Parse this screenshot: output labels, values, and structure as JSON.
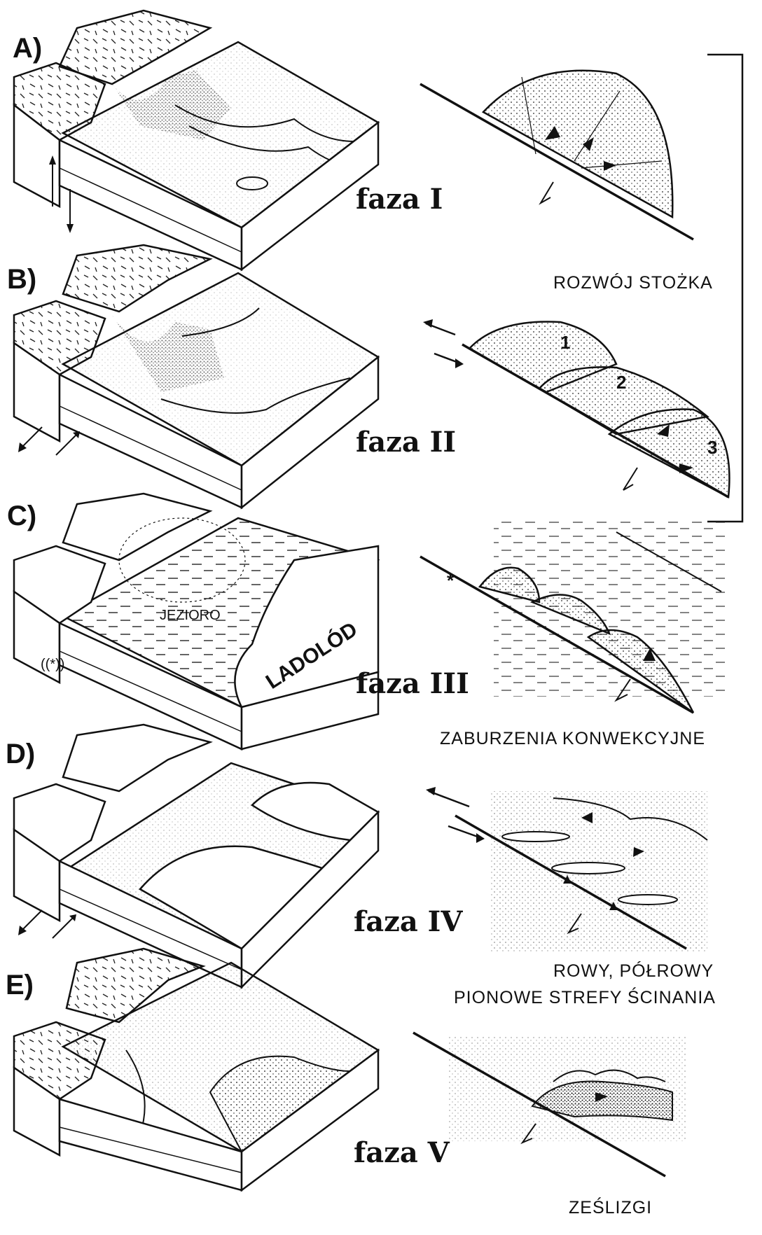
{
  "panels": [
    {
      "letter": "A)",
      "phase": "faza I"
    },
    {
      "letter": "B)",
      "phase": "faza II"
    },
    {
      "letter": "C)",
      "phase": "faza III"
    },
    {
      "letter": "D)",
      "phase": "faza IV"
    },
    {
      "letter": "E)",
      "phase": "faza V"
    }
  ],
  "captions": {
    "fan_development": "ROZWÓJ  STOŻKA",
    "convective": "ZABURZENIA  KONWEKCYJNE",
    "trenches_line1": "ROWY,  PÓŁROWY",
    "trenches_line2": "PIONOWE  STREFY  ŚCINANIA",
    "slumps": "ZEŚLIZGI"
  },
  "fan_numbers": [
    "1",
    "2",
    "3"
  ],
  "labels": {
    "lake": "JEZIORO",
    "ice": "LADOLÓD",
    "seismic_left": "((*))",
    "seismic_right": "*"
  }
}
